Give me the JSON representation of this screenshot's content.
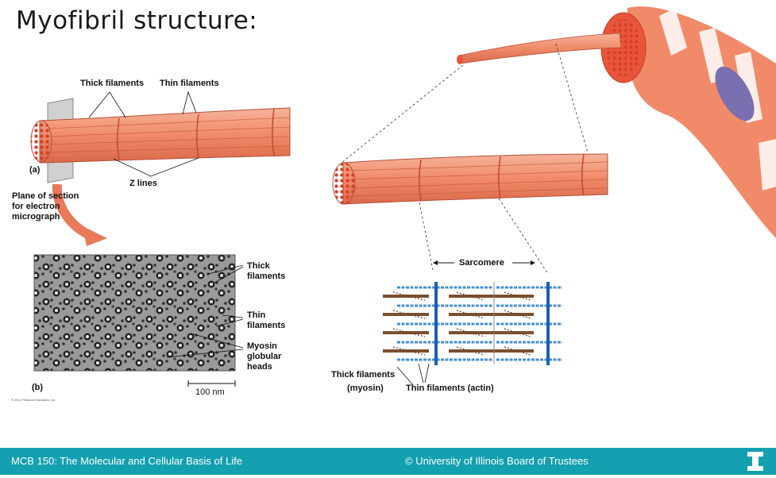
{
  "slide": {
    "title": "Myofibril structure:"
  },
  "panel_a": {
    "tag": "(a)",
    "thick_label": "Thick filaments",
    "thin_label": "Thin filaments",
    "z_label": "Z lines",
    "plane_line1": "Plane of section",
    "plane_line2": "for electron",
    "plane_line3": "micrograph"
  },
  "panel_b": {
    "tag": "(b)",
    "thick_1": "Thick",
    "thick_2": "filaments",
    "thin_1": "Thin",
    "thin_2": "filaments",
    "myosin_1": "Myosin",
    "myosin_2": "globular",
    "myosin_3": "heads",
    "scale": "100 nm",
    "copyright": "© 2012 Pearson Education, Inc."
  },
  "sarcomere": {
    "label": "Sarcomere",
    "thick_1": "Thick filaments",
    "thick_2": "(myosin)",
    "thin": "Thin filaments (actin)"
  },
  "footer": {
    "left": "MCB 150: The Molecular and Cellular Basis of Life",
    "right": "© University of Illinois Board of Trustees"
  },
  "colors": {
    "footer_bg": "#13a0b0",
    "muscle": "#f08a68",
    "stripe": "#e0553a",
    "actin": "#4a8fd0",
    "myosin": "#7a5030",
    "zline": "#1a5fb0"
  }
}
